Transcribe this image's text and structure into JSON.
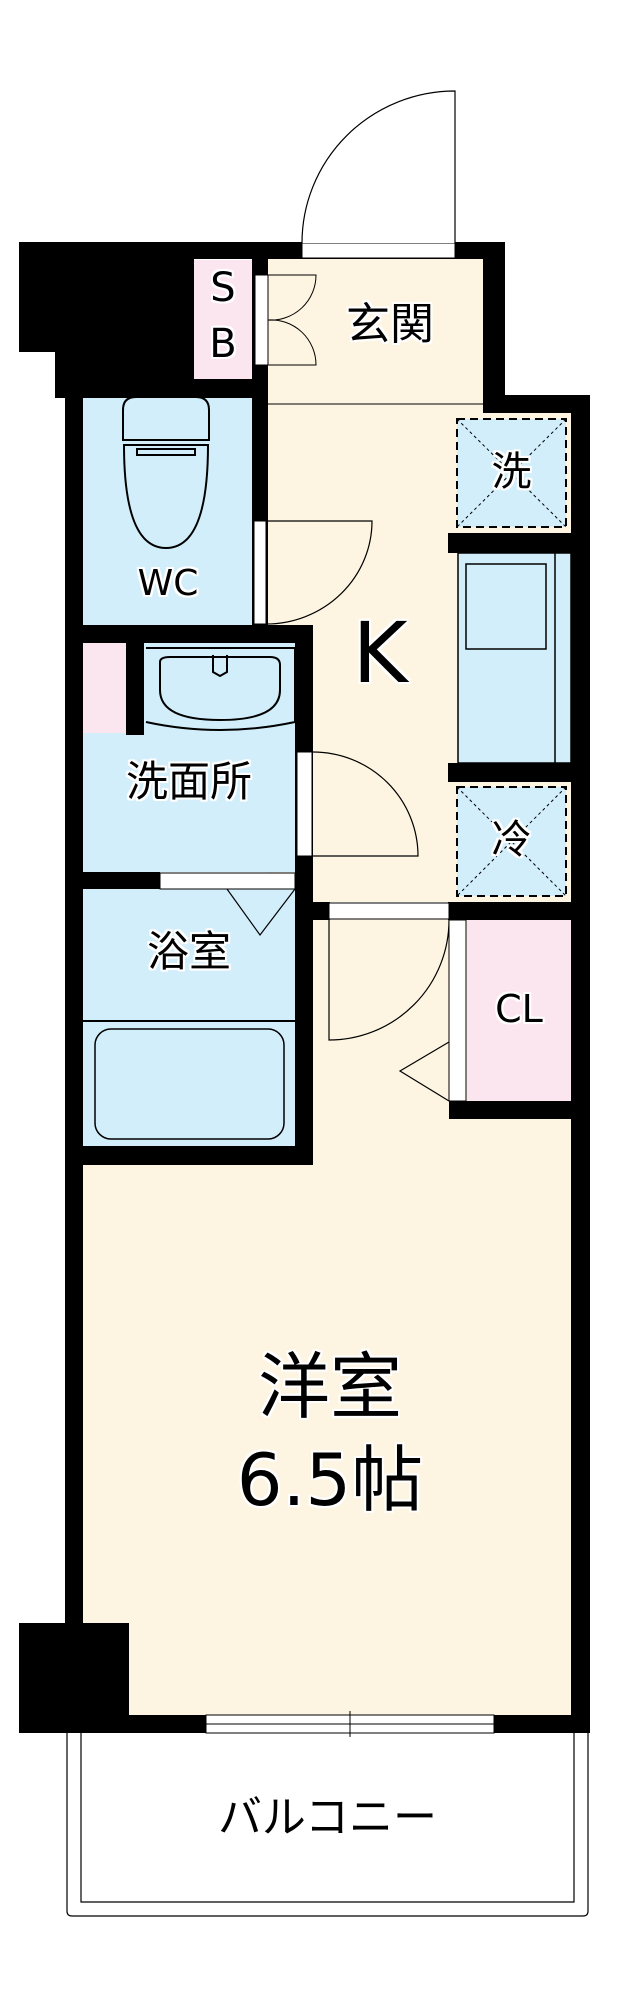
{
  "floorplan": {
    "colors": {
      "wall": "#000000",
      "living_floor": "#fdf5e2",
      "wet_area": "#d2eefa",
      "storage": "#fbe5ef",
      "background": "#ffffff"
    },
    "rooms": {
      "entrance": {
        "label": "玄関"
      },
      "shoe_box": {
        "label_top": "S",
        "label_bottom": "B"
      },
      "toilet": {
        "label": "WC"
      },
      "kitchen": {
        "label": "K"
      },
      "washer_space": {
        "label": "洗"
      },
      "fridge_space": {
        "label": "冷"
      },
      "washroom": {
        "label": "洗面所"
      },
      "bathroom": {
        "label": "浴室"
      },
      "closet": {
        "label": "CL"
      },
      "western_room": {
        "label": "洋室",
        "size": "6.5帖"
      },
      "balcony": {
        "label": "バルコニー"
      }
    }
  }
}
